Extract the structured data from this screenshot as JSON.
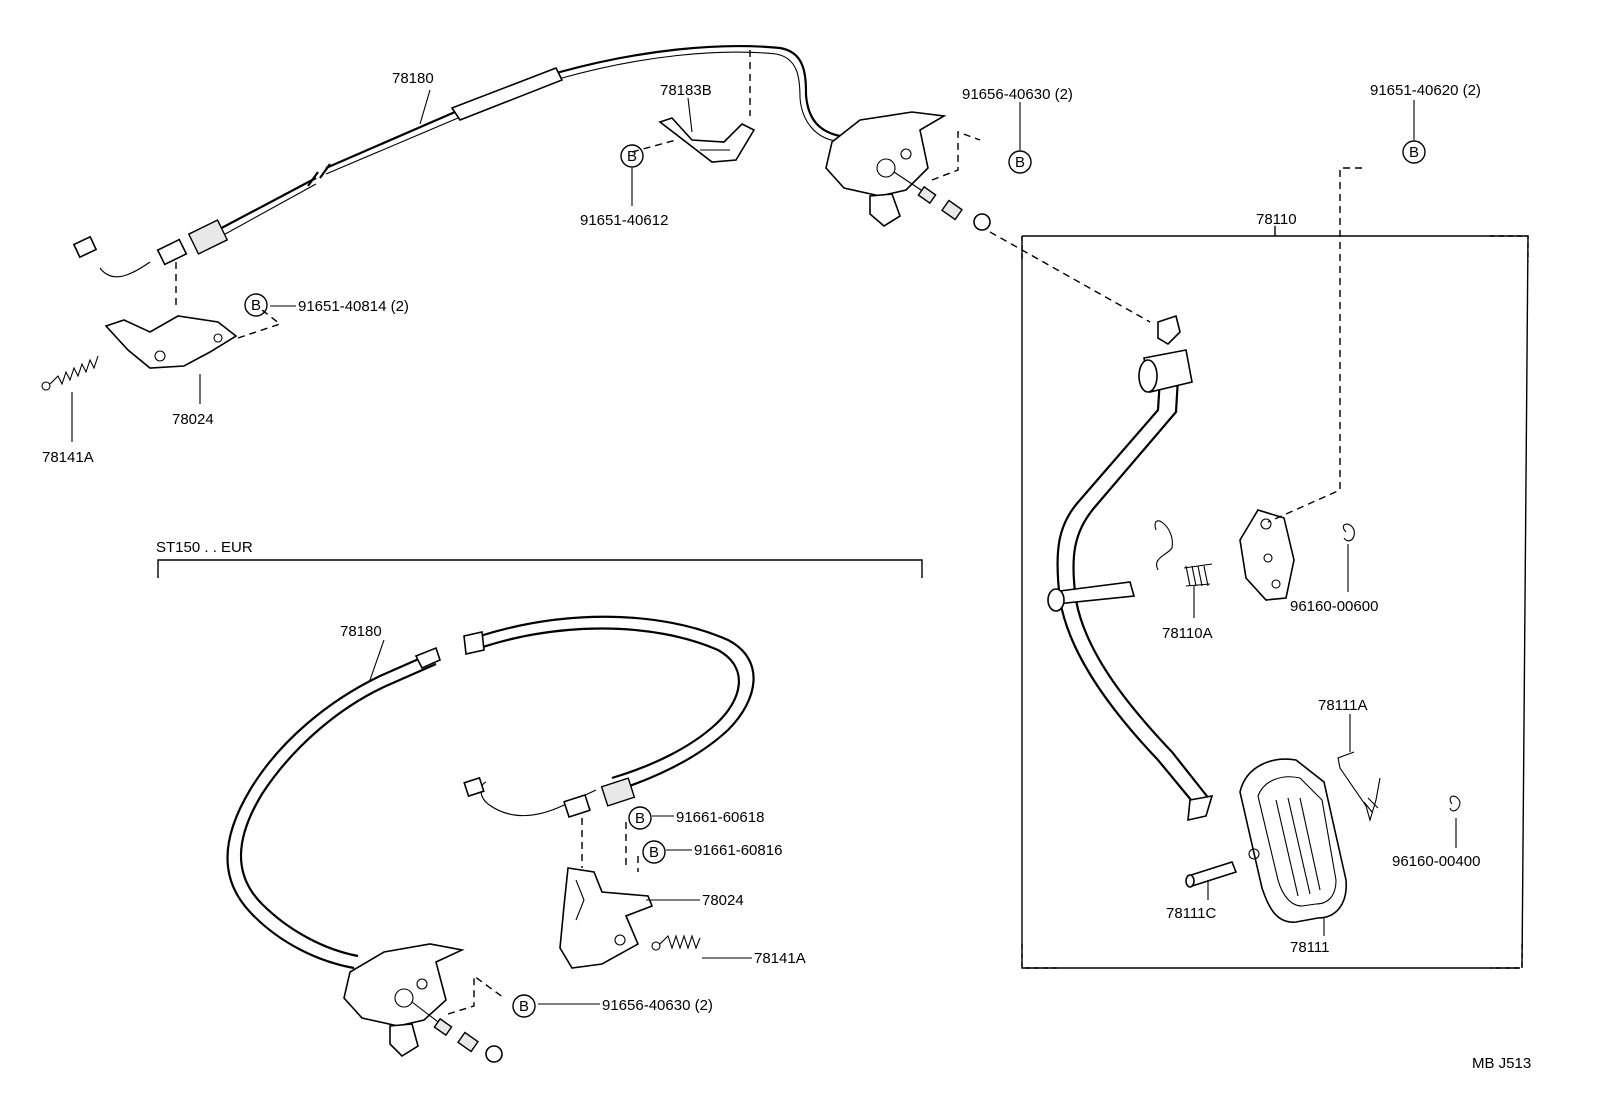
{
  "labels": {
    "top_cable": "78180",
    "top_bracket_78183b": "78183B",
    "top_bolt_91651_40612": "91651-40612",
    "top_bolt_91656_40630": "91656-40630 (2)",
    "top_bolt_91651_40620": "91651-40620 (2)",
    "top_bolt_91651_40814": "91651-40814 (2)",
    "top_bracket_78024": "78024",
    "top_spring_78141a": "78141A",
    "pedal_assy_78110": "78110",
    "spring_78110a": "78110A",
    "clip_96160_00600": "96160-00600",
    "spring_78111a": "78111A",
    "clip_96160_00400": "96160-00400",
    "pin_78111c": "78111C",
    "pad_78111": "78111",
    "variant_header": "ST150 . . EUR",
    "eur_cable": "78180",
    "eur_bolt_91661_60618": "91661-60618",
    "eur_bolt_91661_60816": "91661-60816",
    "eur_bracket_78024": "78024",
    "eur_spring_78141a": "78141A",
    "eur_bolt_91656_40630": "91656-40630 (2)",
    "diagram_code": "MB J513"
  },
  "bolt_symbol": "B",
  "colors": {
    "ink": "#000000",
    "background": "#ffffff"
  }
}
